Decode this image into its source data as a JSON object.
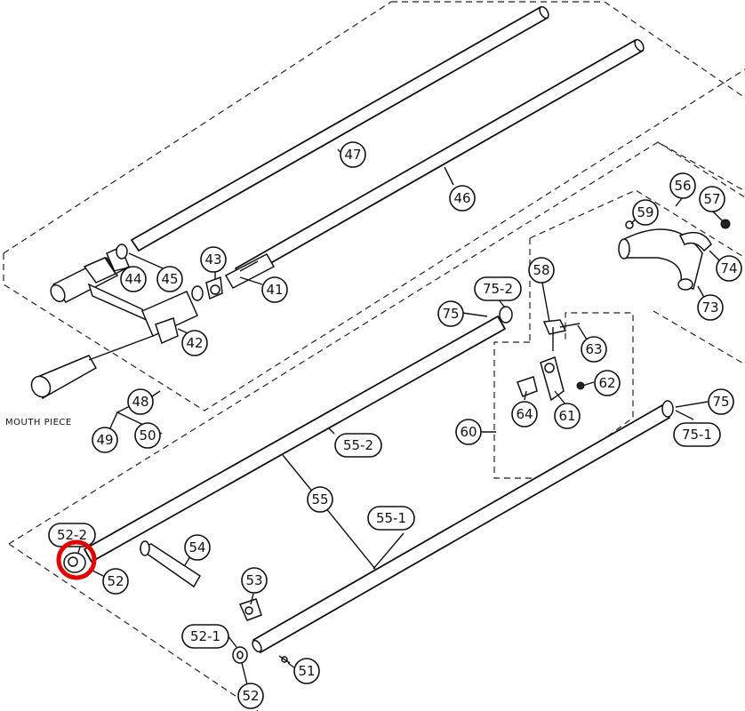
{
  "diagram": {
    "mouthpiece_label": "MOUTH PIECE",
    "callouts": {
      "c47": "47",
      "c46": "46",
      "c43": "43",
      "c44": "44",
      "c45": "45",
      "c41": "41",
      "c42": "42",
      "c48": "48",
      "c49": "49",
      "c50": "50",
      "c56": "56",
      "c57": "57",
      "c59": "59",
      "c74": "74",
      "c73": "73",
      "c58": "58",
      "c75_2": "75-2",
      "c75_top": "75",
      "c63": "63",
      "c62": "62",
      "c64": "64",
      "c61": "61",
      "c60": "60",
      "c75_right": "75",
      "c75_1": "75-1",
      "c55_2": "55-2",
      "c55": "55",
      "c55_1": "55-1",
      "c52_2": "52-2",
      "c52_mid": "52",
      "c54": "54",
      "c53": "53",
      "c52_1": "52-1",
      "c51": "51",
      "c52_bottom": "52"
    },
    "highlight_color": "#e00000"
  }
}
